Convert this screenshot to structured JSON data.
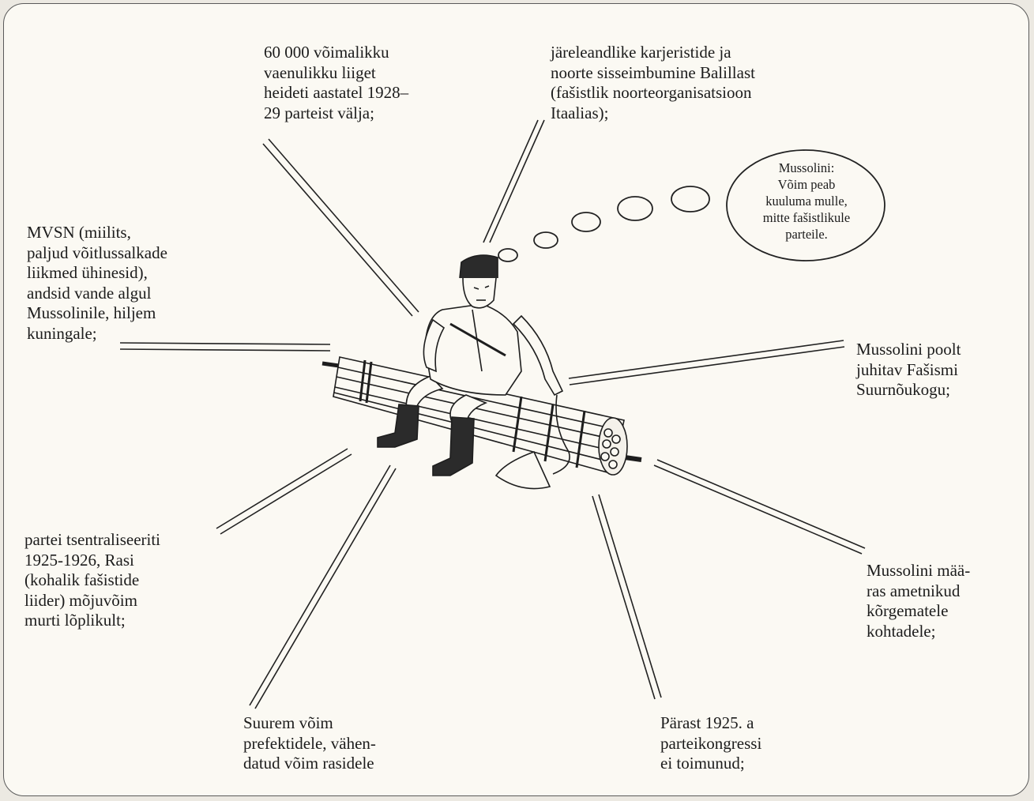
{
  "thought_bubble": {
    "text": "Mussolini:\nVõim peab\nkuuluma mulle,\nmitte fašistlikule\nparteile."
  },
  "labels": {
    "expelled": "60 000 võimalikku\nvaenulikku liiget\nheideti aastatel 1928–\n29 parteist välja;",
    "careerists": "järeleandlike karjeristide ja\nnoorte sisseimbumine Balillast\n(fašistlik noorteorganisatsioon\nItaalias);",
    "mvsn": "MVSN (miilits,\npaljud võitlussalkade\nliikmed ühinesid),\nandsid vande algul\nMussolinile, hiljem\nkuningale;",
    "grand_council": "Mussolini poolt\njuhitav Fašismi\nSuurnõukogu;",
    "centralised": "partei tsentraliseeriti\n1925-1926,  Rasi\n(kohalik fašistide\nliider) mõjuvõim\nmurti lõplikult;",
    "officials": "Mussolini mää-\nras ametnikud\nkõrgematele\nkohtadele;",
    "prefects": "Suurem võim\nprefektidele, vähen-\ndatud võim rasidele",
    "congress": "Pärast 1925. a\nparteikongressi\nei toimunud;"
  }
}
